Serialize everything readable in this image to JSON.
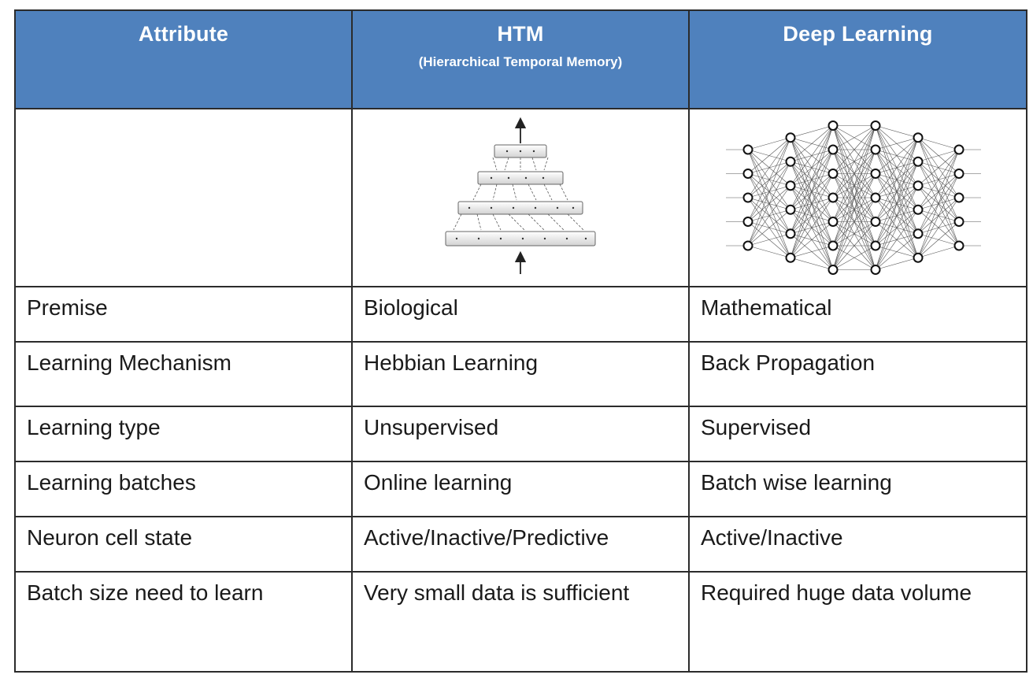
{
  "header": {
    "col1": "Attribute",
    "col2": "HTM",
    "col2_sub": "(Hierarchical Temporal Memory)",
    "col3": "Deep Learning"
  },
  "images": {
    "htm": "htm-hierarchy-diagram",
    "dl": "deep-neural-network-diagram"
  },
  "rows": [
    {
      "attribute": "Premise",
      "htm": "Biological",
      "dl": "Mathematical"
    },
    {
      "attribute": "Learning Mechanism",
      "htm": "Hebbian Learning",
      "dl": "Back Propagation"
    },
    {
      "attribute": "Learning type",
      "htm": "Unsupervised",
      "dl": "Supervised"
    },
    {
      "attribute": "Learning batches",
      "htm": "Online learning",
      "dl": "Batch wise learning"
    },
    {
      "attribute": "Neuron cell state",
      "htm": "Active/Inactive/Predictive",
      "dl": "Active/Inactive"
    },
    {
      "attribute": "Batch size need to learn",
      "htm": "Very small data is sufficient",
      "dl": "Required huge data volume"
    }
  ],
  "colors": {
    "header_bg": "#4f81bd",
    "header_text": "#ffffff",
    "border": "#2b2b2b"
  }
}
